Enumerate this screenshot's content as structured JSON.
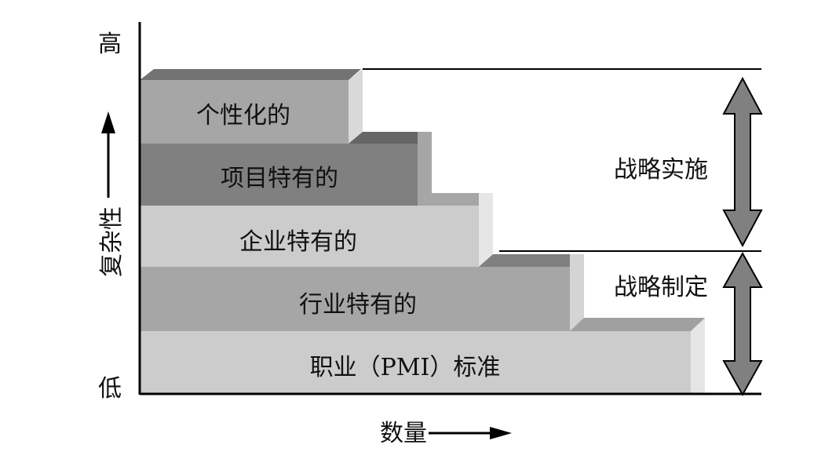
{
  "axis": {
    "y_high": "高",
    "y_low": "低",
    "y_title": "复杂性",
    "x_title": "数量"
  },
  "steps": [
    {
      "label": "个性化的",
      "fill": "#a6a6a6"
    },
    {
      "label": "项目特有的",
      "fill": "#808080"
    },
    {
      "label": "企业特有的",
      "fill": "#cccccc"
    },
    {
      "label": "行业特有的",
      "fill": "#a6a6a6"
    },
    {
      "label": "职业（PMI）标准",
      "fill": "#cccccc"
    }
  ],
  "brackets": {
    "upper": "战略实施",
    "lower": "战略制定"
  },
  "colors": {
    "arrow_fill": "#808080",
    "line": "#000000"
  }
}
